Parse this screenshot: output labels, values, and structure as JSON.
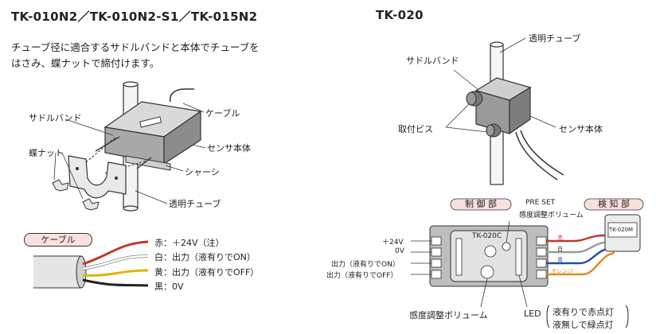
{
  "left": {
    "title": "TK-010N2／TK-010N2-S1／TK-015N2",
    "desc_line1": "チューブ径に適合するサドルバンドと本体でチューブを",
    "desc_line2": "はさみ、蝶ナットで締付けます。",
    "labels": {
      "cable": "ケーブル",
      "saddle_band": "サドルバンド",
      "sensor_body": "センサ本体",
      "wing_nut": "蝶ナット",
      "chassis": "シャーシ",
      "clear_tube": "透明チューブ"
    },
    "cable_legend": {
      "tag": "ケーブル",
      "wires": [
        {
          "text": "赤：＋24V（注）",
          "color": "#c0392b"
        },
        {
          "text": "白：出力（液有りでON）",
          "color": "#ffffff"
        },
        {
          "text": "黄：出力（液有りでOFF）",
          "color": "#e0b400"
        },
        {
          "text": "黒：0V",
          "color": "#222222"
        }
      ]
    }
  },
  "right": {
    "title": "TK-020",
    "labels": {
      "clear_tube": "透明チューブ",
      "saddle_band": "サドルバンド",
      "mount_screw": "取付ビス",
      "sensor_body": "センサ本体"
    },
    "wiring": {
      "control_tag": "制 御 部",
      "detect_tag": "検 知 部",
      "preset_line1": "PRE SET",
      "preset_line2": "感度調整ボリューム",
      "unit_label": "TK-020C",
      "sensor_label": "TK-020M",
      "terminals": [
        "＋24V",
        "0V",
        "出力（液有りでON）",
        "出力（液有りでOFF）"
      ],
      "wire_colors": [
        "赤",
        "白",
        "青",
        "オレンジ"
      ],
      "volume_label": "感度調整ボリューム",
      "led_label": "LED",
      "led_line1": "液有りで赤点灯",
      "led_line2": "液無しで緑点灯"
    }
  }
}
